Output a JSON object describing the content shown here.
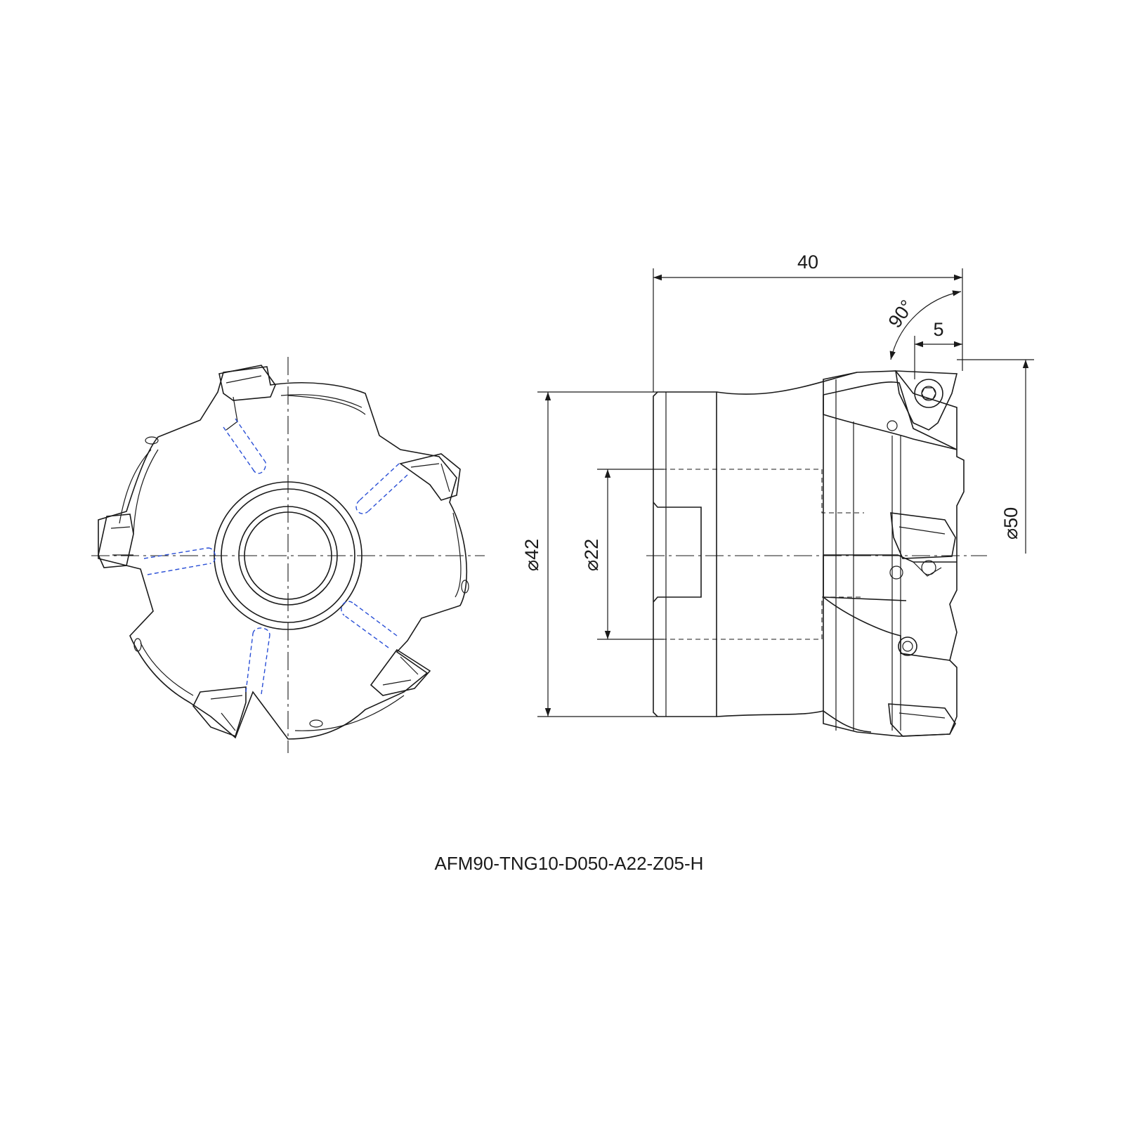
{
  "dimensions": {
    "length": "40",
    "angle": "90°",
    "insert_offset": "5",
    "shank_diameter": "⌀42",
    "bore_diameter": "⌀22",
    "cutter_diameter": "⌀50"
  },
  "part_number": "AFM90-TNG10-D050-A22-Z05-H",
  "colors": {
    "line": "#1a1a1a",
    "coolant_channel": "#2a4fd6",
    "background": "#ffffff"
  }
}
